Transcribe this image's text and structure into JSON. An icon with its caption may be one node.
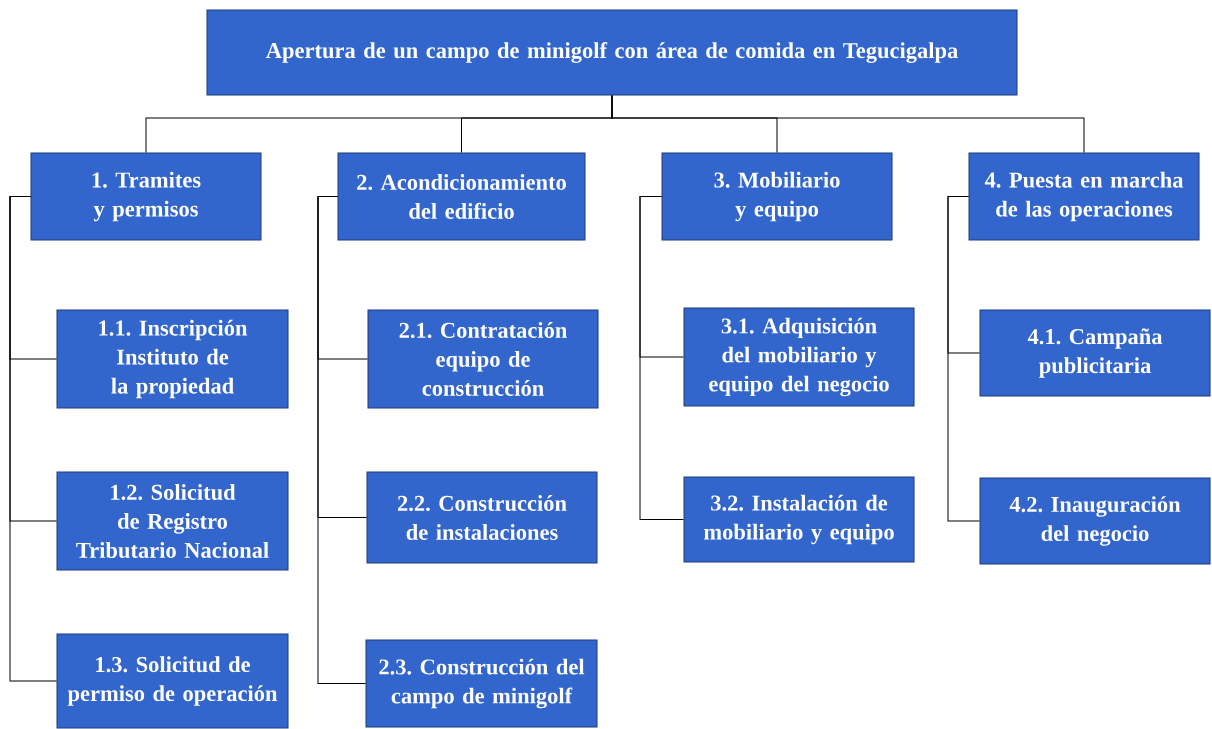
{
  "diagram": {
    "nodes": [
      {
        "text": [
          "Apertura de un campo de minigolf con área de comida en Tegucigalpa"
        ]
      },
      {
        "text": [
          "1. Tramites y permisos"
        ]
      },
      {
        "text": [
          "2. Acondicionamiento del edificio"
        ]
      },
      {
        "text": [
          "3. Mobiliario y equipo"
        ]
      },
      {
        "text": [
          "4. Puesta en marcha de las operaciones"
        ]
      },
      {
        "text": [
          "1.1. Inscripción Instituto de la propiedad"
        ]
      },
      {
        "text": [
          "1.2. Solicitud de Registro Tributario Nacional"
        ]
      },
      {
        "text": [
          "1.3. Solicitud de permiso de operación"
        ]
      },
      {
        "text": [
          "2.1. Contratación equipo de construcción"
        ]
      },
      {
        "text": [
          "2.2. Construcción de instalaciones"
        ]
      },
      {
        "text": [
          "2.3. Construcción del campo de minigolf"
        ]
      },
      {
        "text": [
          "3.1. Adquisición del mobiliario y equipo del negocio"
        ]
      },
      {
        "text": [
          "3.2. Instalación de mobiliario y equipo"
        ]
      },
      {
        "text": [
          "4.1. Campaña publicitaria"
        ]
      },
      {
        "text": [
          "4.2. Inauguración del negocio"
        ]
      }
    ],
    "edges": [
      {
        "from": 0,
        "to": 1,
        "arrow": "none"
      },
      {
        "from": 0,
        "to": 2,
        "arrow": "none"
      },
      {
        "from": 0,
        "to": 3,
        "arrow": "none"
      },
      {
        "from": 0,
        "to": 4,
        "arrow": "none"
      },
      {
        "from": 1,
        "to": 5,
        "arrow": "none"
      },
      {
        "from": 1,
        "to": 6,
        "arrow": "none"
      },
      {
        "from": 1,
        "to": 7,
        "arrow": "none"
      },
      {
        "from": 2,
        "to": 8,
        "arrow": "none"
      },
      {
        "from": 2,
        "to": 9,
        "arrow": "none"
      },
      {
        "from": 2,
        "to": 10,
        "arrow": "none"
      },
      {
        "from": 3,
        "to": 11,
        "arrow": "none"
      },
      {
        "from": 3,
        "to": 12,
        "arrow": "none"
      },
      {
        "from": 4,
        "to": 13,
        "arrow": "none"
      },
      {
        "from": 4,
        "to": 14,
        "arrow": "none"
      }
    ]
  }
}
